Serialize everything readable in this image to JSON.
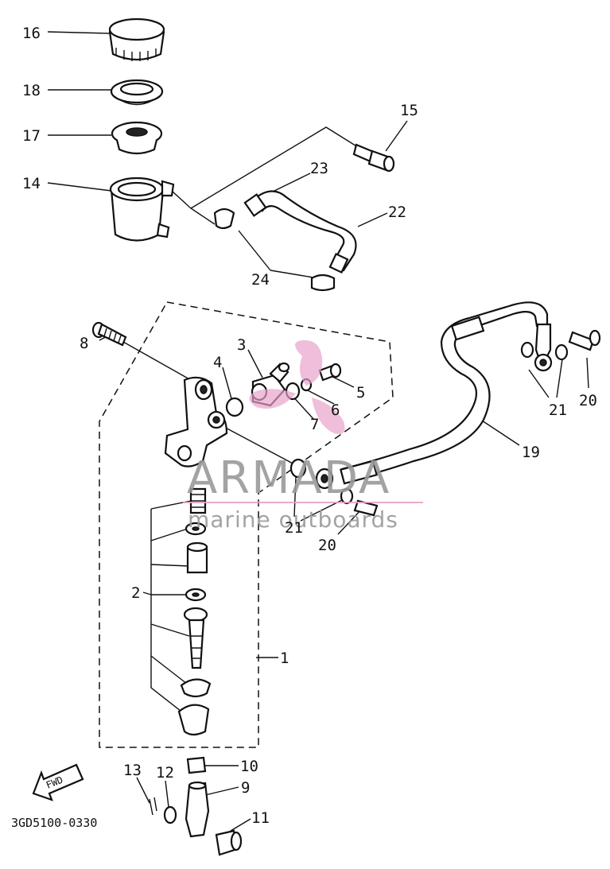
{
  "diagram": {
    "part_code": "3GD5100-0330",
    "fwd_label": "FWD",
    "callouts": {
      "c1": "1",
      "c2": "2",
      "c3": "3",
      "c4": "4",
      "c5": "5",
      "c6": "6",
      "c7": "7",
      "c8": "8",
      "c9": "9",
      "c10": "10",
      "c11": "11",
      "c12": "12",
      "c13": "13",
      "c14": "14",
      "c15": "15",
      "c16": "16",
      "c17": "17",
      "c18": "18",
      "c19": "19",
      "c20a": "20",
      "c20b": "20",
      "c21a": "21",
      "c21b": "21",
      "c22": "22",
      "c23": "23",
      "c24": "24"
    }
  },
  "watermark": {
    "brand": "ARMADA",
    "tagline": "marine outboards",
    "accent_color": "#e8a0c8",
    "text_color": "#9a9a9a"
  }
}
